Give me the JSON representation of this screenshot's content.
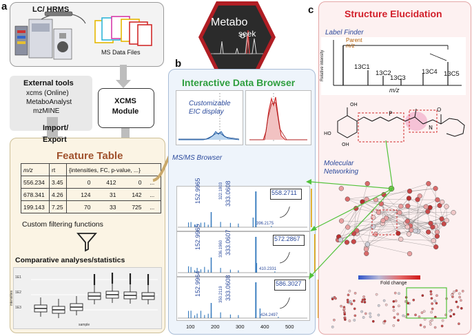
{
  "panels": {
    "a": {
      "letter": "a",
      "lc_label": "LC/ HRMS",
      "ms_files_label": "MS Data Files",
      "external_tools": {
        "title": "External tools",
        "items": [
          "xcms (Online)",
          "MetaboAnalyst",
          "mzMINE"
        ]
      },
      "xcms_module": "XCMS\nModule",
      "import_label": "Import/",
      "export_label": "Export",
      "feature_table": {
        "title": "Feature Table",
        "headers": [
          "m/z",
          "rt",
          "{intensities, FC, p-value, ...}"
        ],
        "rows": [
          [
            "556.234",
            "3.45",
            "0",
            "412",
            "0",
            "..."
          ],
          [
            "678.341",
            "4.26",
            "124",
            "31",
            "142",
            "..."
          ],
          [
            "199.143",
            "7.25",
            "70",
            "33",
            "725",
            "..."
          ]
        ]
      },
      "filter_label": "Custom filtering functions",
      "comparative_label": "Comparative analyses/statistics",
      "boxplot": {
        "ylabel": "intensities",
        "xlabel": "sample",
        "ytick_labels": [
          "1E3",
          "1E2",
          "1E1"
        ]
      }
    },
    "logo": {
      "text_main": "Metabo",
      "text_sub": "seek"
    },
    "b": {
      "letter": "b",
      "title": "Interactive Data Browser",
      "eic_label": "Customizable\nEIC display",
      "msms_label": "MS/MS Browser",
      "spectra": [
        {
          "labels": [
            "152.9965",
            "322.1803",
            "333.0608",
            "396.2175"
          ],
          "parent": "558.2711"
        },
        {
          "labels": [
            "152.9965",
            "336.1960",
            "333.0607",
            "410.2331"
          ],
          "parent": "572.2867"
        },
        {
          "labels": [
            "152.9964",
            "350.2119",
            "333.0608",
            "424.2497"
          ],
          "parent": "586.3027"
        }
      ],
      "x_ticks": [
        "100",
        "200",
        "300",
        "400",
        "500"
      ]
    },
    "c": {
      "letter": "c",
      "title": "Structure Elucidation",
      "label_finder": "Label Finder",
      "parent_label": "Parent",
      "mz_label": "m/z",
      "rel_intensity": "Relative intensity",
      "isotopes": [
        "13C1",
        "13C2",
        "13C3",
        "13C4",
        "13C5"
      ],
      "axis_mz": "m/z",
      "molecular_networking": "Molecular\nNetworking",
      "fold_change": "Fold change"
    }
  },
  "colors": {
    "panel_a_bg": "#f1f1f1",
    "feature_bg": "#fbf5e6",
    "feature_title": "#a0522d",
    "panel_b_bg": "#eef4fb",
    "panel_b_title": "#2e9e3e",
    "panel_c_bg": "#fdf1f1",
    "panel_c_title": "#d21f2a",
    "blue_label": "#2b4a9c",
    "logo_bg": "#2b2b2b",
    "logo_border": "#b01e24"
  }
}
